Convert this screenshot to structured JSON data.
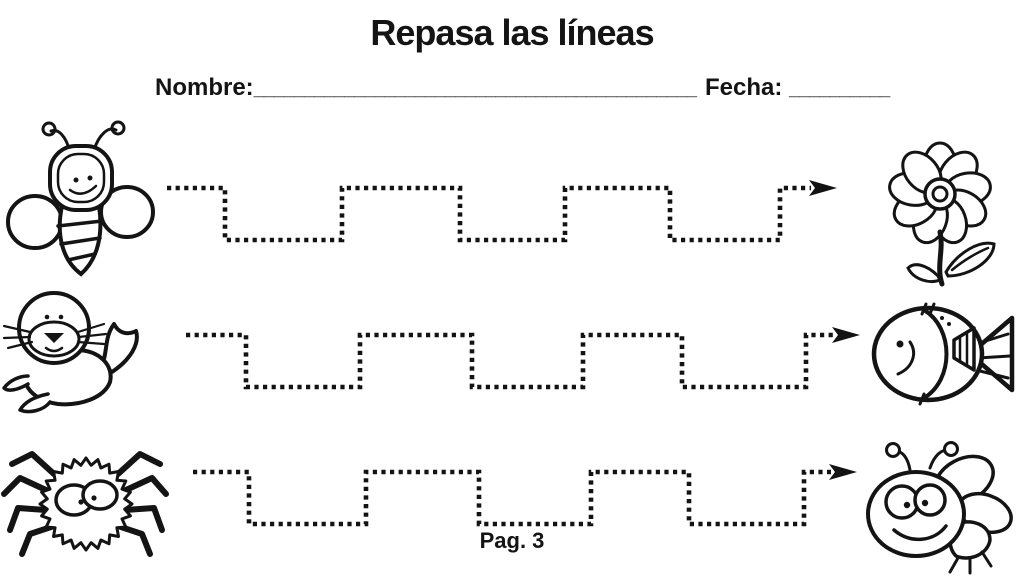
{
  "header": {
    "title": "Repasa las líneas",
    "name_label": "Nombre:",
    "name_line": "____________________________________________",
    "date_label": "Fecha: ",
    "date_line": "__________"
  },
  "footer": {
    "page_label": "Pag. 3"
  },
  "colors": {
    "ink": "#141414",
    "paper": "#ffffff"
  },
  "rows": [
    {
      "start_image": "bee",
      "end_image": "flower",
      "trace_style": "dotted square-wave line with right arrow"
    },
    {
      "start_image": "seal",
      "end_image": "fish",
      "trace_style": "dotted square-wave line with right arrow"
    },
    {
      "start_image": "spider",
      "end_image": "bee",
      "trace_style": "dotted square-wave line with right arrow"
    }
  ]
}
